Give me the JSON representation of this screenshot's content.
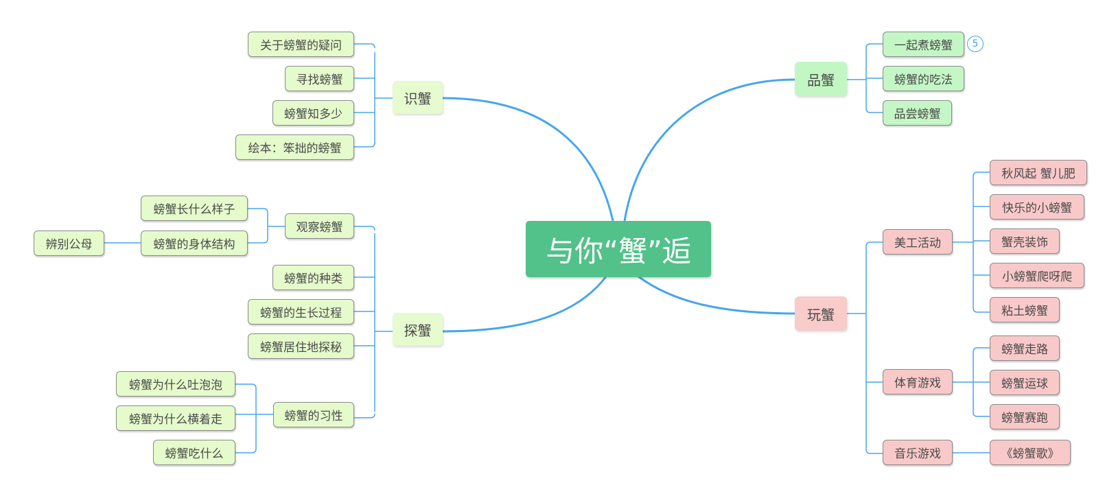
{
  "root": {
    "label": "与你“蟹”逅"
  },
  "colors": {
    "link": "#46a6ec",
    "root_bg": "#52c18a",
    "lime_bg": "#e5fbcc",
    "green_bg": "#c4f6c6",
    "pink_bg": "#f9c9c9"
  },
  "branches": {
    "shixie": {
      "label": "识蟹",
      "children": [
        "关于螃蟹的疑问",
        "寻找螃蟹",
        "螃蟹知多少",
        "绘本：笨拙的螃蟹"
      ]
    },
    "tanxie": {
      "label": "探蟹",
      "observe": {
        "label": "观察螃蟹",
        "children": [
          "螃蟹长什么样子",
          "螃蟹的身体结构"
        ],
        "body_child": "辨别公母"
      },
      "kinds": "螃蟹的种类",
      "growth": "螃蟹的生长过程",
      "habitat": "螃蟹居住地探秘",
      "habits": {
        "label": "螃蟹的习性",
        "children": [
          "螃蟹为什么吐泡泡",
          "螃蟹为什么横着走",
          "螃蟹吃什么"
        ]
      }
    },
    "pinxie": {
      "label": "品蟹",
      "children": [
        "一起煮螃蟹",
        "螃蟹的吃法",
        "品尝螃蟹"
      ],
      "badge": "5"
    },
    "wanxie": {
      "label": "玩蟹",
      "art": {
        "label": "美工活动",
        "children": [
          "秋风起 蟹儿肥",
          "快乐的小螃蟹",
          "蟹壳装饰",
          "小螃蟹爬呀爬",
          "粘土螃蟹"
        ]
      },
      "sports": {
        "label": "体育游戏",
        "children": [
          "螃蟹走路",
          "螃蟹运球",
          "螃蟹赛跑"
        ]
      },
      "music": {
        "label": "音乐游戏",
        "children": [
          "《螃蟹歌》"
        ]
      }
    }
  }
}
